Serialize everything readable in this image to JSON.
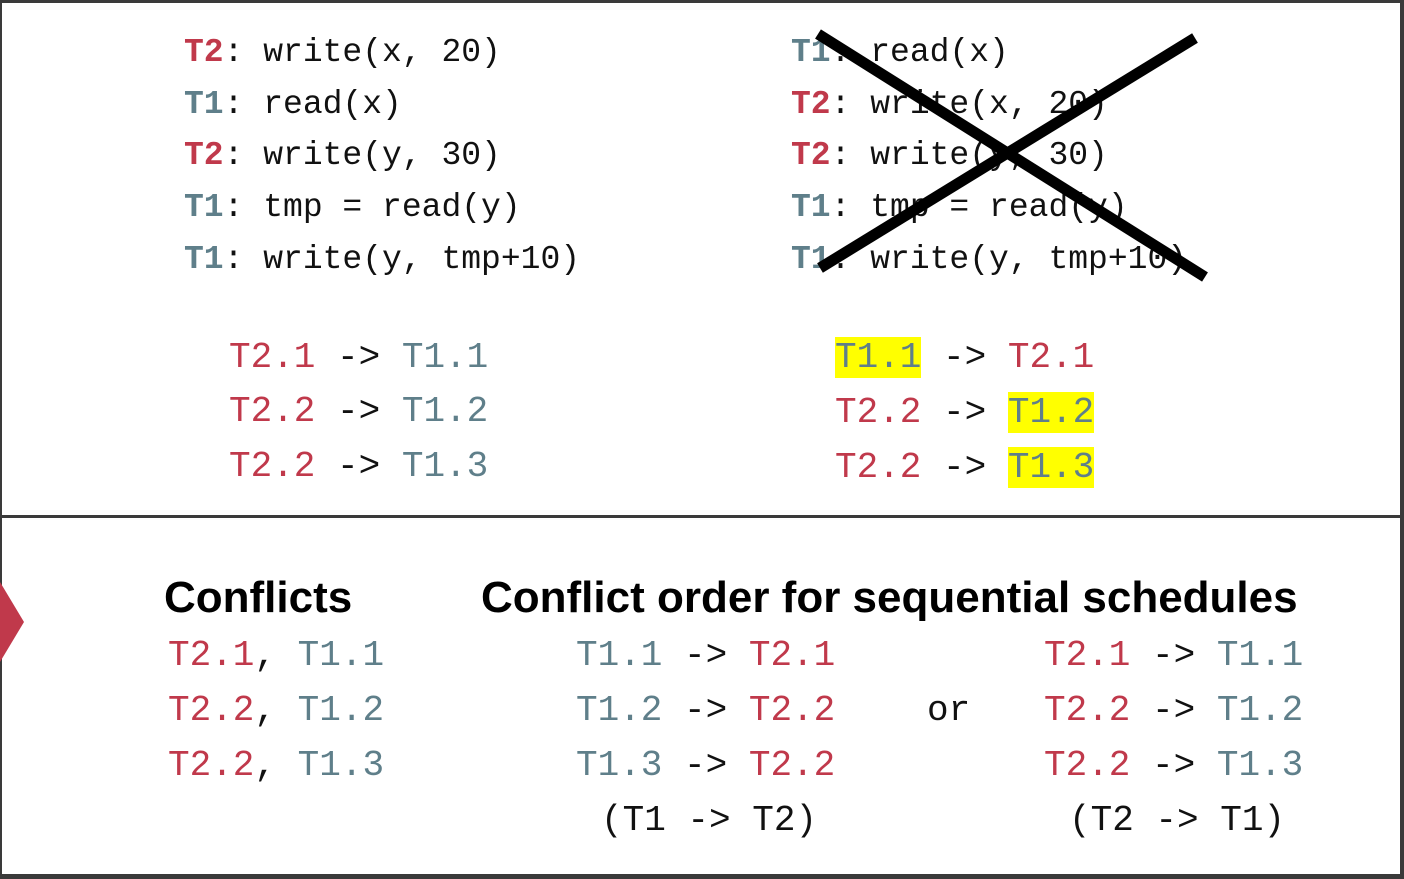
{
  "schedule_left": [
    {
      "tx": "T2",
      "op": ": write(x, 20)"
    },
    {
      "tx": "T1",
      "op": ": read(x)"
    },
    {
      "tx": "T2",
      "op": ": write(y, 30)"
    },
    {
      "tx": "T1",
      "op": ": tmp = read(y)"
    },
    {
      "tx": "T1",
      "op": ": write(y, tmp+10)"
    }
  ],
  "schedule_right": [
    {
      "tx": "T1",
      "op": ": read(x)"
    },
    {
      "tx": "T2",
      "op": ": write(x, 20)"
    },
    {
      "tx": "T2",
      "op": ": write(y, 30)"
    },
    {
      "tx": "T1",
      "op": ": tmp = read(y)"
    },
    {
      "tx": "T1",
      "op": ": write(y, tmp+10)"
    }
  ],
  "deps_left": [
    {
      "a": "T2.1",
      "arrow": " -> ",
      "b": "T1.1"
    },
    {
      "a": "T2.2",
      "arrow": " -> ",
      "b": "T1.2"
    },
    {
      "a": "T2.2",
      "arrow": " -> ",
      "b": "T1.3"
    }
  ],
  "deps_right": [
    {
      "a": "T1.1",
      "arrow": " -> ",
      "b": "T2.1"
    },
    {
      "a": "T2.2",
      "arrow": " -> ",
      "b": "T1.2"
    },
    {
      "a": "T2.2",
      "arrow": " -> ",
      "b": "T1.3"
    }
  ],
  "bottom": {
    "conflicts_title": "Conflicts",
    "order_title": "Conflict order for sequential schedules",
    "conflicts": [
      {
        "a": "T2.1",
        "sep": ", ",
        "b": "T1.1"
      },
      {
        "a": "T2.2",
        "sep": ", ",
        "b": "T1.2"
      },
      {
        "a": "T2.2",
        "sep": ", ",
        "b": "T1.3"
      }
    ],
    "order_a": [
      {
        "a": "T1.1",
        "arrow": " -> ",
        "b": "T2.1"
      },
      {
        "a": "T1.2",
        "arrow": " -> ",
        "b": "T2.2"
      },
      {
        "a": "T1.3",
        "arrow": " -> ",
        "b": "T2.2"
      }
    ],
    "order_a_summary": "(T1 -> T2)",
    "or_label": "or",
    "order_b": [
      {
        "a": "T2.1",
        "arrow": " -> ",
        "b": "T1.1"
      },
      {
        "a": "T2.2",
        "arrow": " -> ",
        "b": "T1.2"
      },
      {
        "a": "T2.2",
        "arrow": " -> ",
        "b": "T1.3"
      }
    ],
    "order_b_summary": "(T2 -> T1)"
  },
  "colors": {
    "t1": "#5f7f8a",
    "t2": "#c0394b",
    "highlight": "#ffff00",
    "marker": "#c0394b"
  }
}
